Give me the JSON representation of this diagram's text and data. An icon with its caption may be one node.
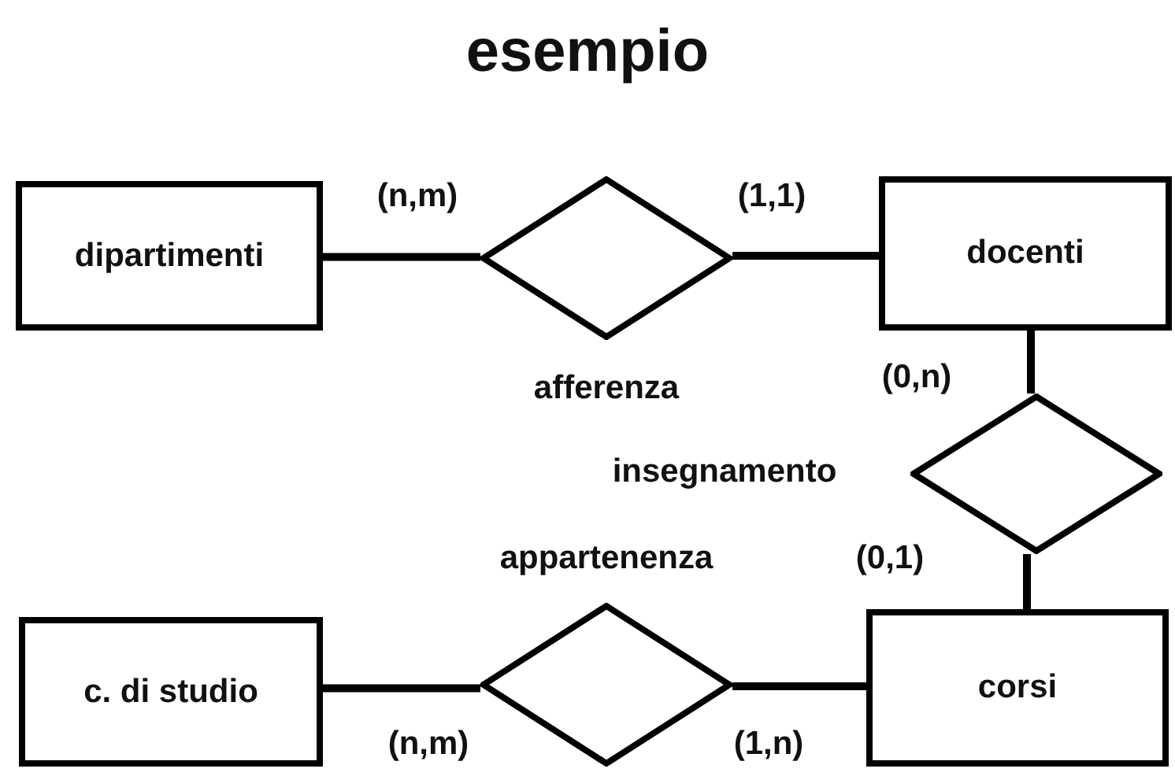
{
  "diagram": {
    "title": "esempio",
    "nodes": [
      {
        "text": [
          "dipartimenti"
        ]
      },
      {
        "text": [],
        "shape": "diamond",
        "beside": [
          "afferenza"
        ]
      },
      {
        "text": [
          "docenti"
        ]
      },
      {
        "text": [],
        "shape": "diamond",
        "beside": [
          "insegnamento"
        ]
      },
      {
        "text": [
          "c. di studio"
        ]
      },
      {
        "text": [],
        "shape": "diamond",
        "beside": [
          "appartenenza"
        ]
      },
      {
        "text": [
          "corsi"
        ]
      }
    ],
    "edges": [
      {
        "from": 0,
        "to": 1,
        "arrow": "none",
        "label": "(n,m)"
      },
      {
        "from": 1,
        "to": 2,
        "arrow": "none",
        "label": "(1,1)"
      },
      {
        "from": 2,
        "to": 3,
        "arrow": "none",
        "label": "(0,n)"
      },
      {
        "from": 3,
        "to": 6,
        "arrow": "none",
        "label": "(0,1)"
      },
      {
        "from": 4,
        "to": 5,
        "arrow": "none",
        "label": "(n,m)"
      },
      {
        "from": 5,
        "to": 6,
        "arrow": "none",
        "label": "(1,n)"
      }
    ]
  }
}
